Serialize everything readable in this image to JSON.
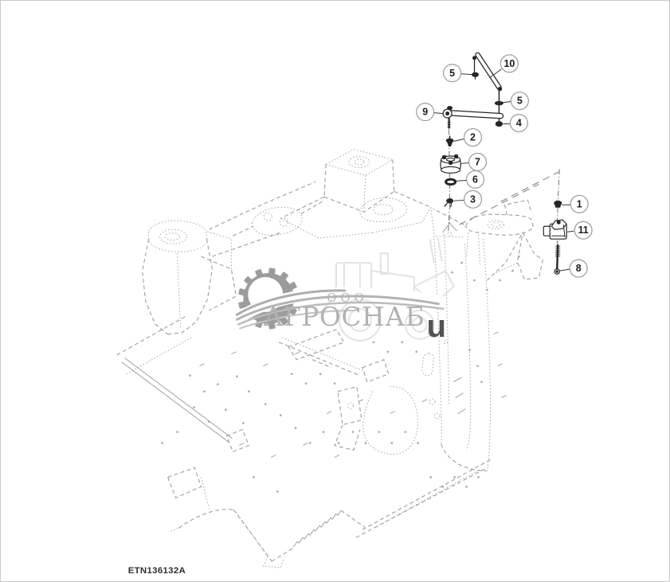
{
  "page": {
    "background": "#ffffff",
    "border_color": "#c9c9c9"
  },
  "figure": {
    "code": "ETN136132A"
  },
  "watermark": {
    "org_type": "ООО",
    "org_name": "АГРОСНАБ",
    "overlay_char": "u",
    "gear_color": "#9c9c9c",
    "text_color": "#b2b2b2"
  },
  "colors": {
    "part_line": "#262626",
    "frame_line": "#9d9d9d",
    "callout_ring": "#9a9a9a",
    "speckle": "#a5a5a5"
  },
  "diagram": {
    "type": "exploded-parts-diagram",
    "callouts": [
      {
        "label": "5"
      },
      {
        "label": "10"
      },
      {
        "label": "5"
      },
      {
        "label": "4"
      },
      {
        "label": "9"
      },
      {
        "label": "2"
      },
      {
        "label": "7"
      },
      {
        "label": "6"
      },
      {
        "label": "3"
      },
      {
        "label": "1"
      },
      {
        "label": "11"
      },
      {
        "label": "8"
      }
    ]
  }
}
